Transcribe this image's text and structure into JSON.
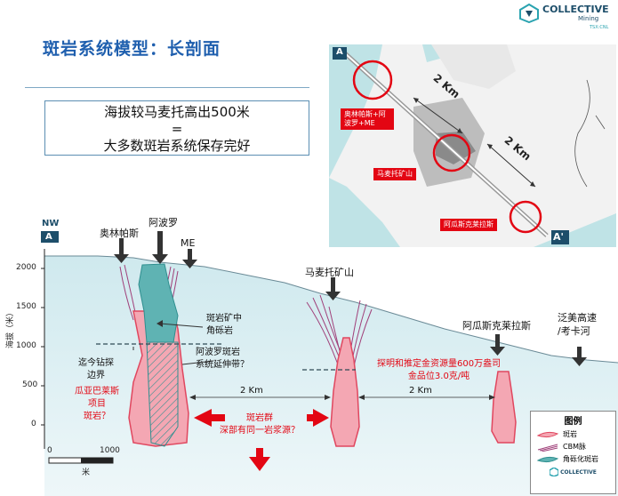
{
  "header": {
    "title": "斑岩系统模型：长剖面",
    "statement": [
      "海拔较马麦托高出500米",
      "=",
      "大多数斑岩系统保存完好"
    ],
    "logo_line1": "COLLECTIVE",
    "logo_line2": "Mining",
    "logo_line3": "TSX:CNL"
  },
  "map": {
    "corner_a": "A",
    "corner_a_prime": "A'",
    "dist_1": "2 Km",
    "dist_2": "2 Km",
    "label_1": "奥林帕斯+阿波罗+ME",
    "label_2": "马麦托矿山",
    "label_3": "阿瓜斯克莱拉斯"
  },
  "section": {
    "nw_label": "NW",
    "a_label": "A",
    "y_axis_title": "海拔（米）",
    "y_ticks": [
      "2000",
      "1500",
      "1000",
      "500",
      "0"
    ],
    "scale_start": "0",
    "scale_end": "1000",
    "scale_unit": "米",
    "labels": {
      "olympus": "奥林帕斯",
      "apollo": "阿波罗",
      "me": "ME",
      "marmato": "马麦托矿山",
      "aguas_claras": "阿瓜斯克莱拉斯",
      "highway_line1": "泛美高速",
      "highway_line2": "/考卡河",
      "breccia_line1": "斑岩矿中",
      "breccia_line2": "角砾岩",
      "drill_line1": "迄今钻探",
      "drill_line2": "边界",
      "extension_line1": "阿波罗斑岩",
      "extension_line2": "系统延伸带？",
      "guayabales_line1": "瓜亚巴莱斯",
      "guayabales_line2": "项目",
      "guayabales_line3": "斑岩？",
      "resource_line1": "探明和推定金资源量600万盎司",
      "resource_line2": "金品位3.0克/吨",
      "cluster_line1": "斑岩群",
      "cluster_line2": "深部有同一岩浆源？",
      "dist_1": "2 Km",
      "dist_2": "2 Km"
    }
  },
  "legend": {
    "title": "图例",
    "items": [
      "斑岩",
      "CBM脉",
      "角砾化斑岩"
    ],
    "brand": "COLLECTIVE"
  },
  "colors": {
    "title_blue": "#1f5fae",
    "porphyry_pink": "#f4a7b3",
    "porphyry_outline": "#e0475f",
    "breccia_teal": "#5fb3b3",
    "vein_purple": "#a0407a",
    "alert_red": "#e30613",
    "section_bg": "#d9eef2"
  }
}
